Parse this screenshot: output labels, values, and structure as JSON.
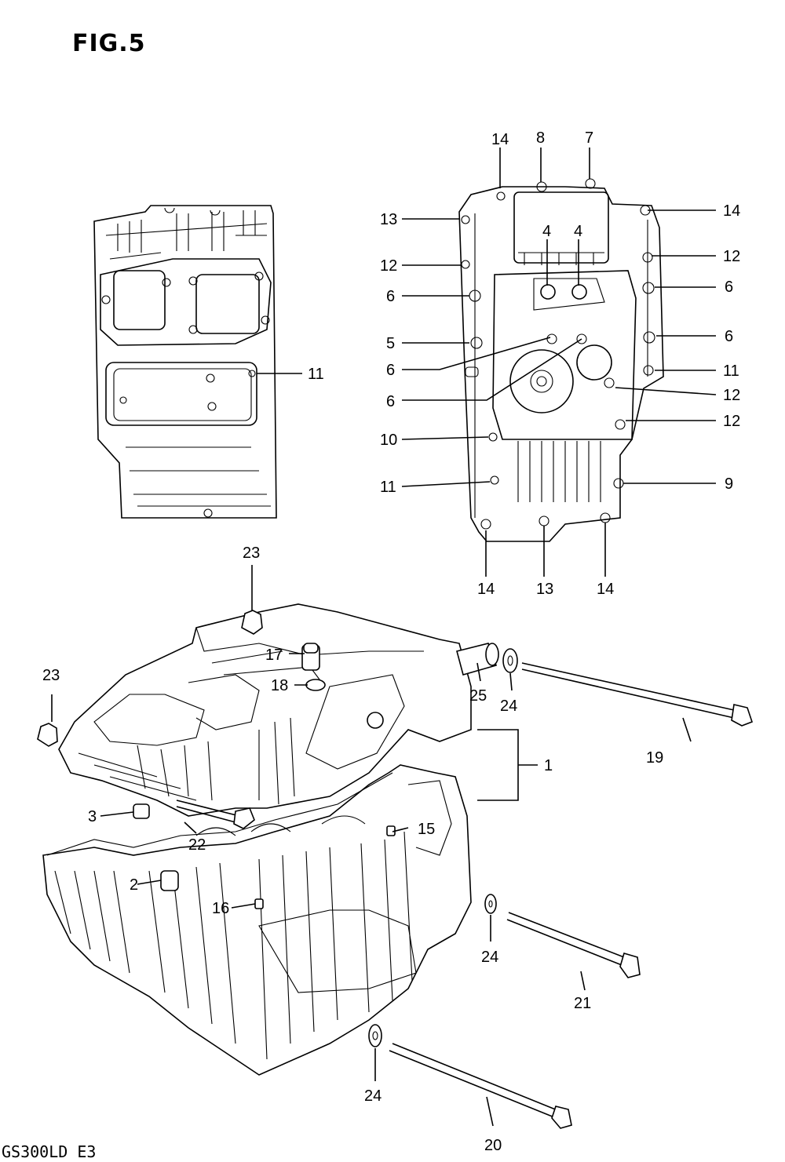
{
  "figure": {
    "title": "FIG.5",
    "model_code": "GS300LD E3"
  },
  "callouts": [
    {
      "id": "c11a",
      "text": "11"
    },
    {
      "id": "c14a",
      "text": "14"
    },
    {
      "id": "c8",
      "text": "8"
    },
    {
      "id": "c7",
      "text": "7"
    },
    {
      "id": "c13a",
      "text": "13"
    },
    {
      "id": "c14b",
      "text": "14"
    },
    {
      "id": "c4a",
      "text": "4"
    },
    {
      "id": "c4b",
      "text": "4"
    },
    {
      "id": "c12a",
      "text": "12"
    },
    {
      "id": "c12b",
      "text": "12"
    },
    {
      "id": "c6a",
      "text": "6"
    },
    {
      "id": "c6b",
      "text": "6"
    },
    {
      "id": "c5",
      "text": "5"
    },
    {
      "id": "c6c",
      "text": "6"
    },
    {
      "id": "c6d",
      "text": "6"
    },
    {
      "id": "c11b",
      "text": "11"
    },
    {
      "id": "c6e",
      "text": "6"
    },
    {
      "id": "c12c",
      "text": "12"
    },
    {
      "id": "c12d",
      "text": "12"
    },
    {
      "id": "c10",
      "text": "10"
    },
    {
      "id": "c11c",
      "text": "11"
    },
    {
      "id": "c9",
      "text": "9"
    },
    {
      "id": "c14c",
      "text": "14"
    },
    {
      "id": "c13b",
      "text": "13"
    },
    {
      "id": "c14d",
      "text": "14"
    },
    {
      "id": "c23a",
      "text": "23"
    },
    {
      "id": "c17",
      "text": "17"
    },
    {
      "id": "c18",
      "text": "18"
    },
    {
      "id": "c25",
      "text": "25"
    },
    {
      "id": "c24a",
      "text": "24"
    },
    {
      "id": "c19",
      "text": "19"
    },
    {
      "id": "c23b",
      "text": "23"
    },
    {
      "id": "c1",
      "text": "1"
    },
    {
      "id": "c3",
      "text": "3"
    },
    {
      "id": "c22",
      "text": "22"
    },
    {
      "id": "c15",
      "text": "15"
    },
    {
      "id": "c2",
      "text": "2"
    },
    {
      "id": "c16",
      "text": "16"
    },
    {
      "id": "c24b",
      "text": "24"
    },
    {
      "id": "c21",
      "text": "21"
    },
    {
      "id": "c24c",
      "text": "24"
    },
    {
      "id": "c20",
      "text": "20"
    }
  ]
}
